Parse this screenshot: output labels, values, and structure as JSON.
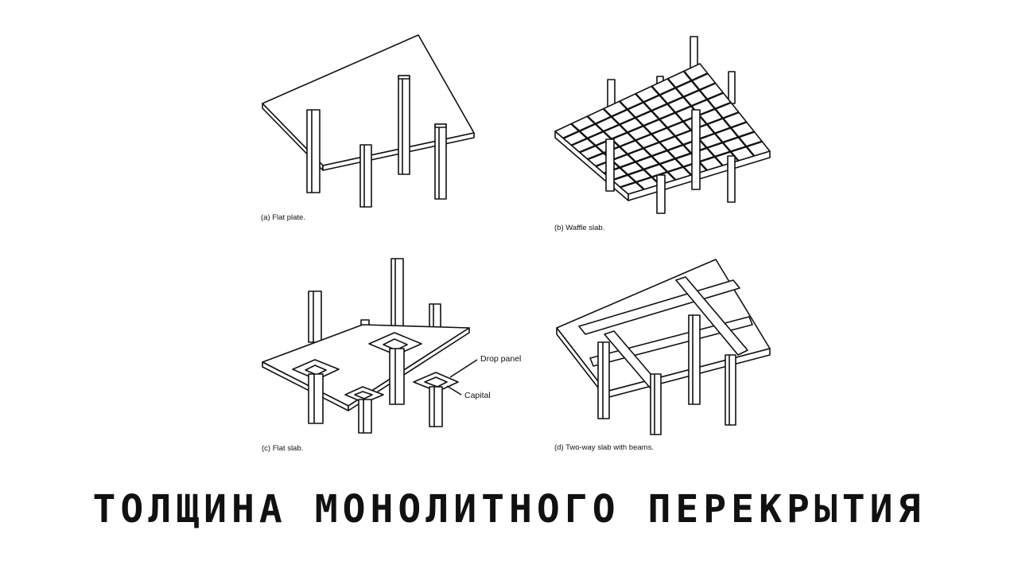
{
  "panels": [
    {
      "caption": "(a) Flat plate."
    },
    {
      "caption": "(b) Waffle slab."
    },
    {
      "caption": "(c) Flat slab."
    },
    {
      "caption": "(d) Two-way slab with beams."
    }
  ],
  "annotations": {
    "drop_panel": "Drop panel",
    "capital": "Capital"
  },
  "title": "ТОЛЩИНА МОНОЛИТНОГО ПЕРЕКРЫТИЯ",
  "colors": {
    "ink": "#111111",
    "background": "#ffffff"
  }
}
